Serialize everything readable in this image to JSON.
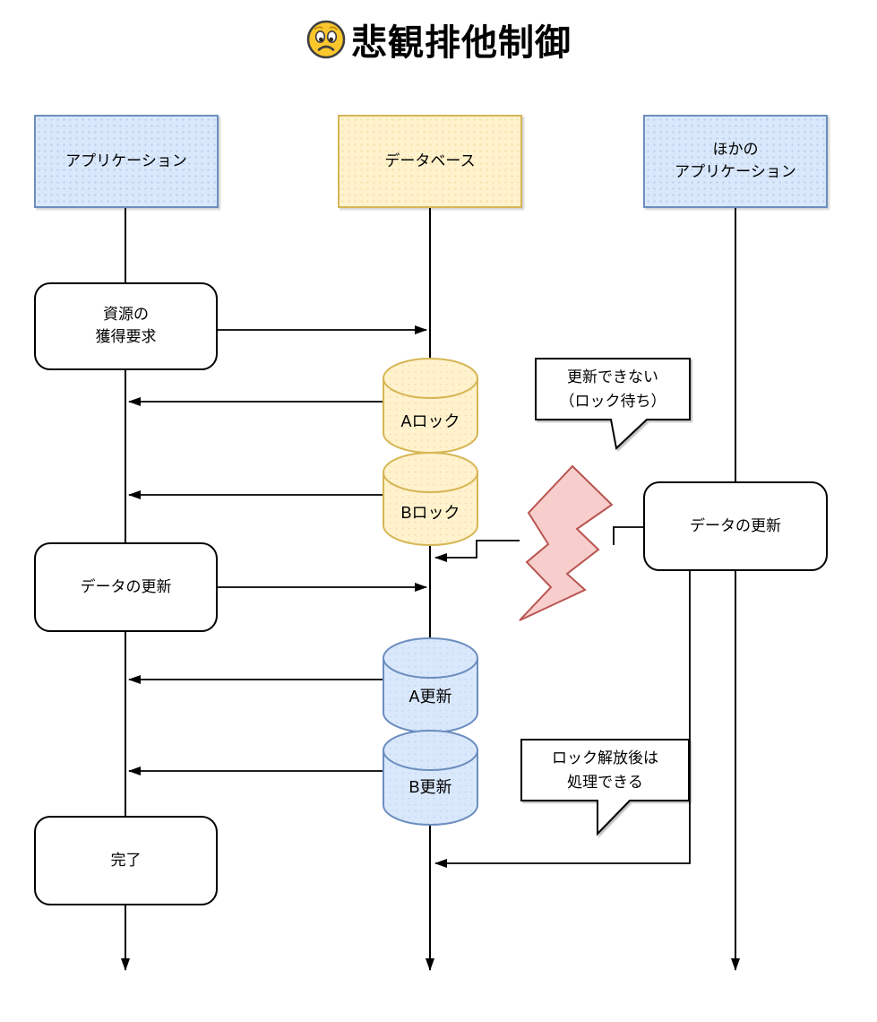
{
  "page": {
    "title_text": "悲観排他制御",
    "title_icon": "worried-face-emoji"
  },
  "actors": {
    "application": {
      "label": "アプリケーション"
    },
    "database": {
      "label": "データベース"
    },
    "other_application": {
      "line1": "ほかの",
      "line2": "アプリケーション"
    }
  },
  "app_steps": {
    "acquire_request": {
      "line1": "資源の",
      "line2": "獲得要求"
    },
    "update_data": {
      "label": "データの更新"
    },
    "complete": {
      "label": "完了"
    }
  },
  "db_objects": {
    "lock_a": {
      "label": "Aロック"
    },
    "lock_b": {
      "label": "Bロック"
    },
    "update_a": {
      "label": "A更新"
    },
    "update_b": {
      "label": "B更新"
    }
  },
  "other_app_steps": {
    "update_data": {
      "label": "データの更新"
    }
  },
  "callouts": {
    "cannot_update": {
      "line1": "更新できない",
      "line2": "（ロック待ち）"
    },
    "after_release": {
      "line1": "ロック解放後は",
      "line2": "処理できる"
    }
  },
  "colors": {
    "blue_fill": "#DAE8FC",
    "blue_stroke": "#6C8EBF",
    "yellow_fill": "#FFF2CC",
    "yellow_stroke": "#D6B656",
    "red_fill": "#F8CECC",
    "red_stroke": "#B85450",
    "line": "#000000"
  }
}
